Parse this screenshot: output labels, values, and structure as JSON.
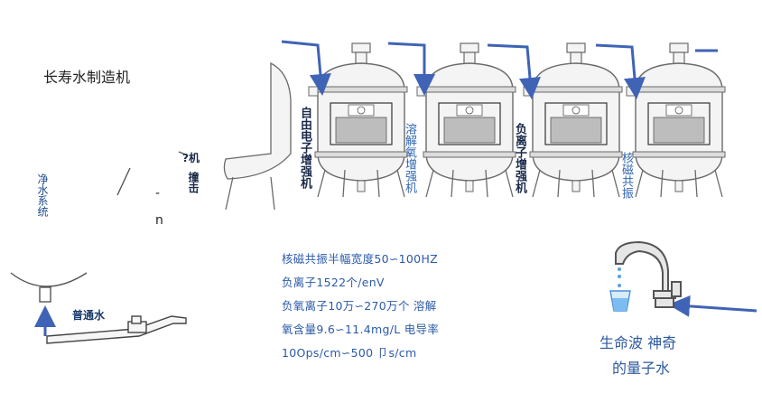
{
  "title": "长寿水制造机",
  "left_label": "净水系统",
  "pipe_label": "普通水",
  "fragments": {
    "tilde_text": "-",
    "n_text": "n",
    "cut_label_top": "?机",
    "cut_label_bottom": "撞击"
  },
  "tank_labels": [
    {
      "text": "自由电子增强机",
      "style": "dark"
    },
    {
      "text": "溶解氧增强机",
      "style": "blue"
    },
    {
      "text": "负离子增强机",
      "style": "dark"
    },
    {
      "text": "核磁共振",
      "style": "blue"
    }
  ],
  "specs": [
    "核磁共振半幅宽度50∽100HZ",
    "负离子1522个/enV",
    "负氧离子10万∽270万个 溶解",
    "氧含量9.6∽11.4mg/L 电导率",
    "10Ops/cm∽500 卩s/cm"
  ],
  "result_line1": "生命波 神奇",
  "result_line2": "的量子水",
  "colors": {
    "arrow": "#3f63b5",
    "tank_stroke": "#6a6a6a",
    "tank_fill": "#f4f4f4",
    "media": "#bdbdbd",
    "text_blue": "#2f66b0"
  },
  "icons": [
    "tank-icon",
    "faucet-icon",
    "water-glass-icon",
    "flow-arrow-icon",
    "pipe-icon"
  ]
}
